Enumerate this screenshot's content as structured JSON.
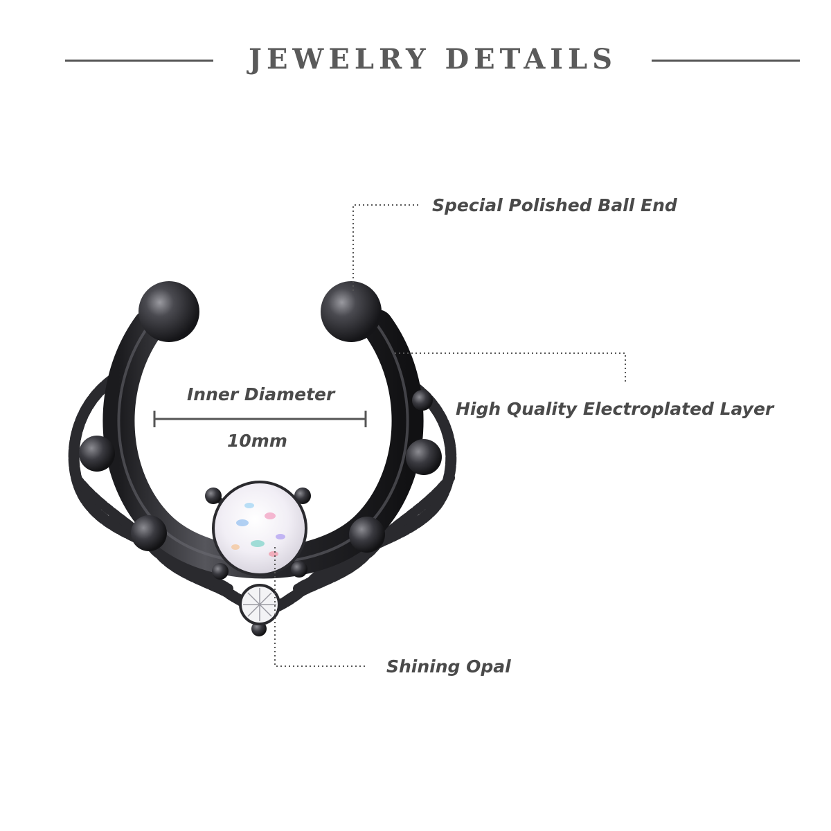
{
  "header": {
    "title": "JEWELRY DETAILS"
  },
  "callouts": {
    "ball_end": "Special Polished Ball End",
    "layer": "High Quality Electroplated Layer",
    "opal": "Shining Opal"
  },
  "measurement": {
    "label": "Inner Diameter",
    "value": "10mm"
  },
  "colors": {
    "metal": "#2b2b2f",
    "metal_highlight": "#8a8a90",
    "text": "#4a4a4a",
    "rule": "#555555",
    "opal": "#f4f1f6"
  }
}
